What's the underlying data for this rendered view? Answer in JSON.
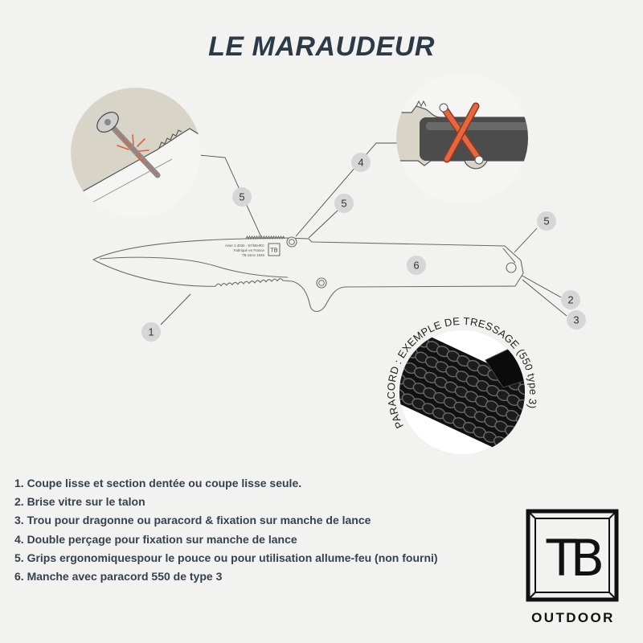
{
  "title": "LE MARAUDEUR",
  "callouts": {
    "spine_grip_left": "5",
    "double_hole": "4",
    "spine_grip_right": "5",
    "butt_grip": "5",
    "handle": "6",
    "edge": "1",
    "glass_breaker": "2",
    "lanyard_hole": "3"
  },
  "blade_engraving": [
    "Acier 1.4034 - 57/58HRC",
    "Fabriqué en France",
    "TB since 1945"
  ],
  "paracord_caption": "PARACORD : EXEMPLE DE TRESSAGE (550 type 3)",
  "features": [
    "1. Coupe lisse et section dentée ou coupe lisse seule.",
    "2. Brise vitre sur le talon",
    "3. Trou pour dragonne ou paracord & fixation sur manche de lance",
    "4. Double perçage pour fixation sur manche de lance",
    "5. Grips ergonomiquespour le pouce ou pour utilisation allume-feu (non fourni)",
    "6. Manche avec paracord 550 de type 3"
  ],
  "logo": {
    "monogram": "TB",
    "wordmark": "OUTDOOR"
  },
  "colors": {
    "background": "#f2f2f0",
    "title": "#2b3a46",
    "inset_fill": "#d8d4c7",
    "accent_red": "#e0603a",
    "callout_fill": "#d6d6d6",
    "text": "#34424f"
  }
}
